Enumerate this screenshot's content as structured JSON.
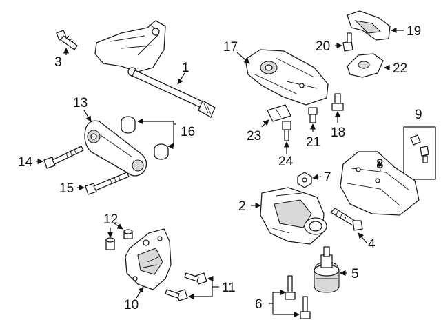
{
  "diagram": {
    "callouts": {
      "c1": "1",
      "c2": "2",
      "c3": "3",
      "c4": "4",
      "c5": "5",
      "c6": "6",
      "c7": "7",
      "c8": "8",
      "c9": "9",
      "c10": "10",
      "c11": "11",
      "c12": "12",
      "c13": "13",
      "c14": "14",
      "c15": "15",
      "c16": "16",
      "c17": "17",
      "c18": "18",
      "c19": "19",
      "c20": "20",
      "c21": "21",
      "c22": "22",
      "c23": "23",
      "c24": "24"
    }
  },
  "colors": {
    "line": "#1a1a1a",
    "background": "#ffffff",
    "shading": "#d9d9d9"
  }
}
